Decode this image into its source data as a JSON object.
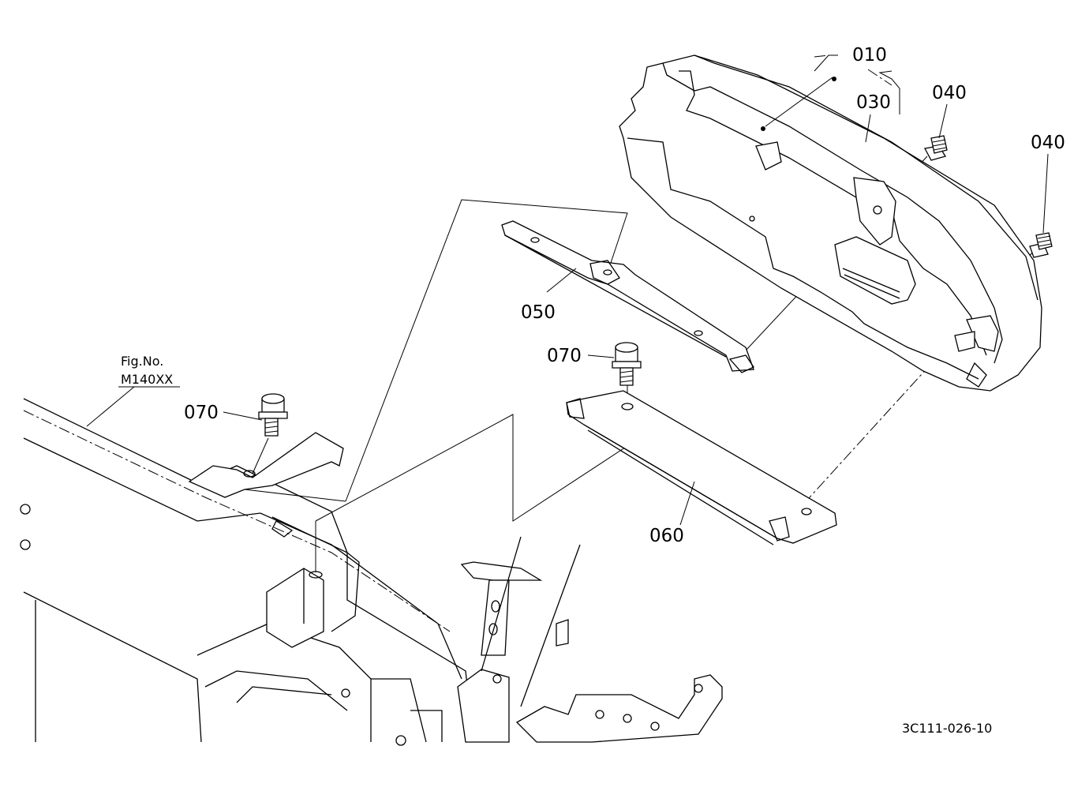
{
  "callouts": {
    "c010": "010",
    "c030": "030",
    "c040a": "040",
    "c040b": "040",
    "c050": "050",
    "c060": "060",
    "c070a": "070",
    "c070b": "070"
  },
  "figure_ref": {
    "line1": "Fig.No.",
    "line2": "M140XX"
  },
  "drawing_id": "3C111-026-10"
}
